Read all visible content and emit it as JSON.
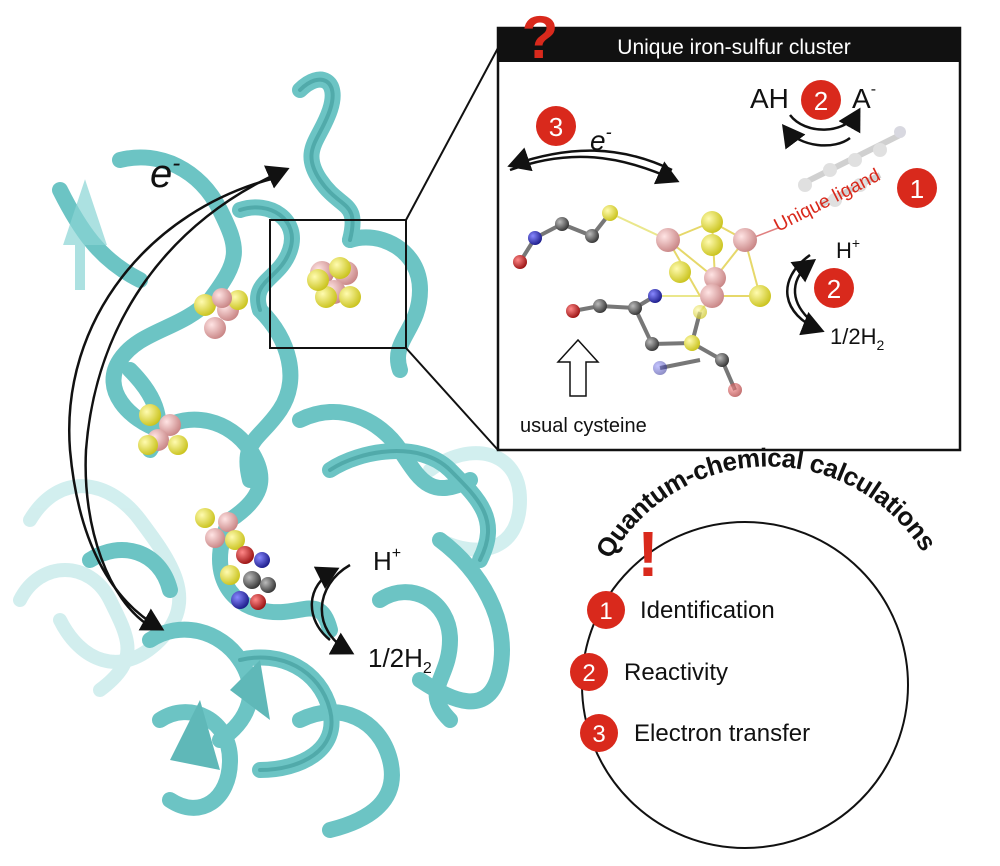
{
  "protein": {
    "electron_label": "e",
    "electron_sup": "-",
    "proton_label": "H",
    "proton_sup": "+",
    "hydrogen_label": "1/2H",
    "hydrogen_sub": "2"
  },
  "inset": {
    "title": "Unique iron-sulfur cluster",
    "question_mark": "?",
    "ah_label": "AH",
    "a_label": "A",
    "a_sup": "-",
    "badge_top": "2",
    "badge_left": "3",
    "badge_right": "1",
    "badge_proton": "2",
    "electron_label": "e",
    "electron_sup": "-",
    "unique_ligand": "Unique ligand",
    "proton_label": "H",
    "proton_sup": "+",
    "hydrogen_label": "1/2H",
    "hydrogen_sub": "2",
    "cysteine_label": "usual cysteine"
  },
  "circle": {
    "exclamation": "!",
    "arc_title": "Quantum-chemical calculations",
    "items": [
      {
        "num": "1",
        "label": "Identification"
      },
      {
        "num": "2",
        "label": "Reactivity"
      },
      {
        "num": "3",
        "label": "Electron transfer"
      }
    ]
  },
  "colors": {
    "ribbon": "#6cc4c4",
    "ribbon_dark": "#3f9a9a",
    "badge": "#d9291c",
    "sulfur": "#e8e23a",
    "iron": "#e9a9a9",
    "carbon": "#555555",
    "nitrogen": "#3333aa",
    "oxygen": "#cc2222"
  }
}
